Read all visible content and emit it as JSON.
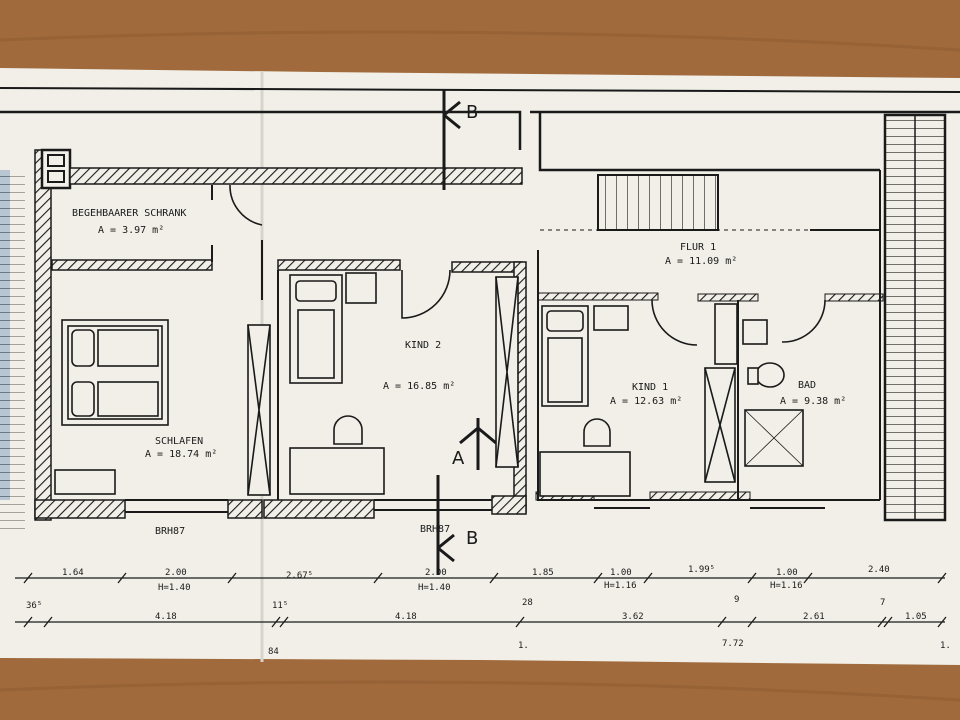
{
  "background_color": "#a06a3c",
  "paper_color": "#f1efe8",
  "ink_color": "#1a1a1a",
  "rooms": [
    {
      "name": "BEGEHBAARER SCHRANK",
      "area": "A = 3.97  m²"
    },
    {
      "name": "SCHLAFEN",
      "area": "A = 18.74  m²"
    },
    {
      "name": "KIND 2",
      "area": "A = 16.85  m²"
    },
    {
      "name": "FLUR 1",
      "area": "A = 11.09  m²"
    },
    {
      "name": "KIND 1",
      "area": "A = 12.63  m²"
    },
    {
      "name": "BAD",
      "area": "A = 9.38  m²"
    }
  ],
  "window_labels": [
    "BRH87",
    "BRH87"
  ],
  "section_markers": [
    "B",
    "B",
    "A"
  ],
  "dimensions_row1": [
    "1.64",
    "2.00",
    "H=1.40",
    "2.67⁵",
    "2.00",
    "H=1.40",
    "1.85",
    "1.00",
    "H=1.16",
    "1.99⁵",
    "1.00",
    "H=1.16",
    "2.40"
  ],
  "dimensions_row2": [
    "36⁵",
    "4.18",
    "11⁵",
    "4.18",
    "28",
    "3.62",
    "9",
    "2.61",
    "7",
    "1.05"
  ],
  "dimensions_row3": [
    "84",
    "1.",
    "7.72",
    "1."
  ]
}
